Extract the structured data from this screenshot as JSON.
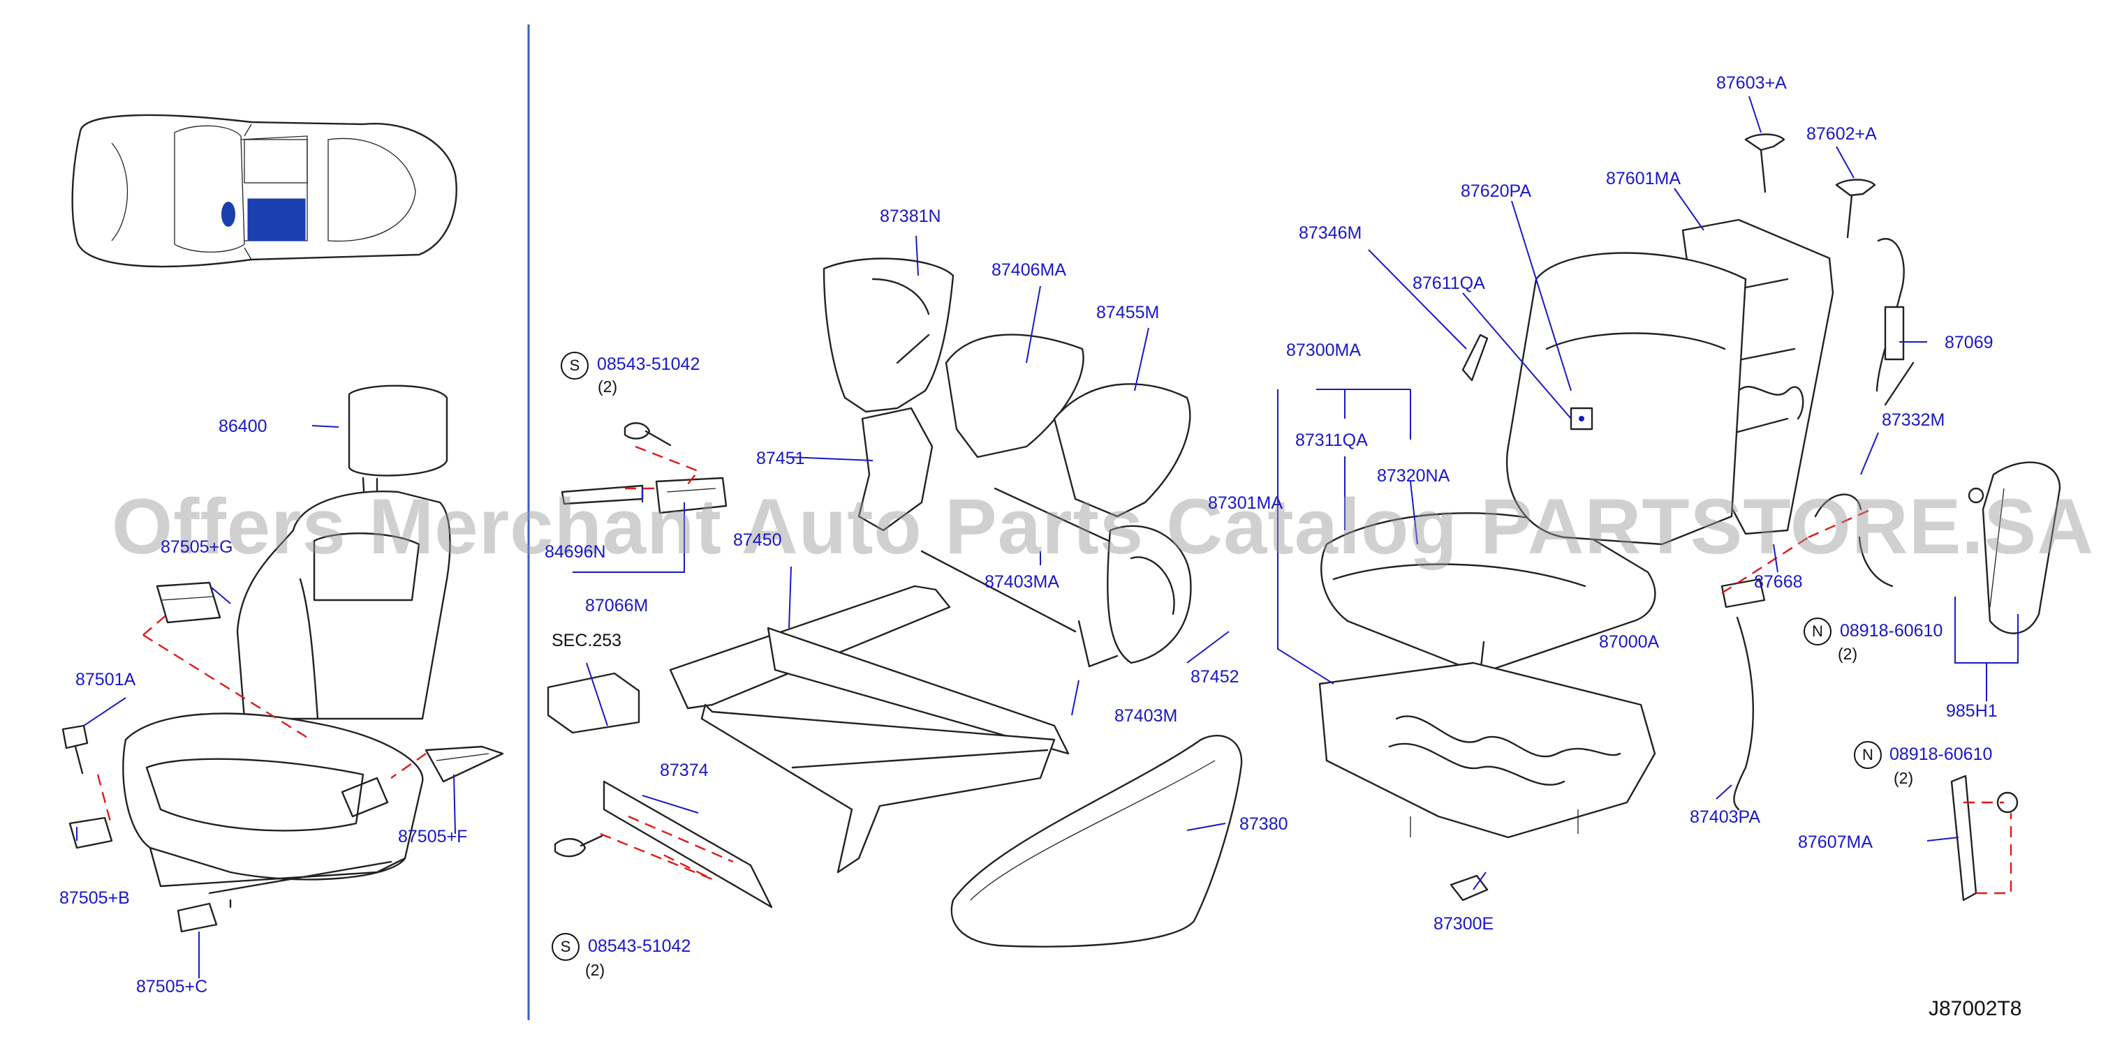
{
  "labels": {
    "p86400": "86400",
    "p87505g": "87505+G",
    "p87501a": "87501A",
    "p87505b": "87505+B",
    "p87505c": "87505+C",
    "p87505f": "87505+F",
    "p08543top": "08543-51042",
    "p08543top_qty": "(2)",
    "p84696n": "84696N",
    "p87066m": "87066M",
    "sec253": "SEC.253",
    "p87374": "87374",
    "p08543bot": "08543-51042",
    "p08543bot_qty": "(2)",
    "p87381n": "87381N",
    "p87406ma": "87406MA",
    "p87455m": "87455M",
    "p87451": "87451",
    "p87450": "87450",
    "p87403ma": "87403MA",
    "p87452": "87452",
    "p87403m": "87403M",
    "p87380": "87380",
    "p87346m": "87346M",
    "p87620pa": "87620PA",
    "p87611qa": "87611QA",
    "p87300ma": "87300MA",
    "p87311qa": "87311QA",
    "p87320na": "87320NA",
    "p87301ma": "87301MA",
    "p87300e": "87300E",
    "p87603a": "87603+A",
    "p87602a": "87602+A",
    "p87601ma": "87601MA",
    "p87069": "87069",
    "p87332m": "87332M",
    "p87668": "87668",
    "p87000a": "87000A",
    "p08918a": "08918-60610",
    "p08918a_qty": "(2)",
    "p985h1": "985H1",
    "p87403pa": "87403PA",
    "p08918b": "08918-60610",
    "p08918b_qty": "(2)",
    "p87607ma": "87607MA",
    "diagram_code": "J87002T8"
  },
  "markers": {
    "s": "S",
    "n": "N"
  },
  "watermark": "Offers Merchant Auto Parts Catalog PARTSTORE.SA",
  "colors": {
    "label": "#1818c8",
    "line": "#222222",
    "assembly_line": "#e01818",
    "highlight": "#1a3fae",
    "divider": "#3a5ec8"
  }
}
